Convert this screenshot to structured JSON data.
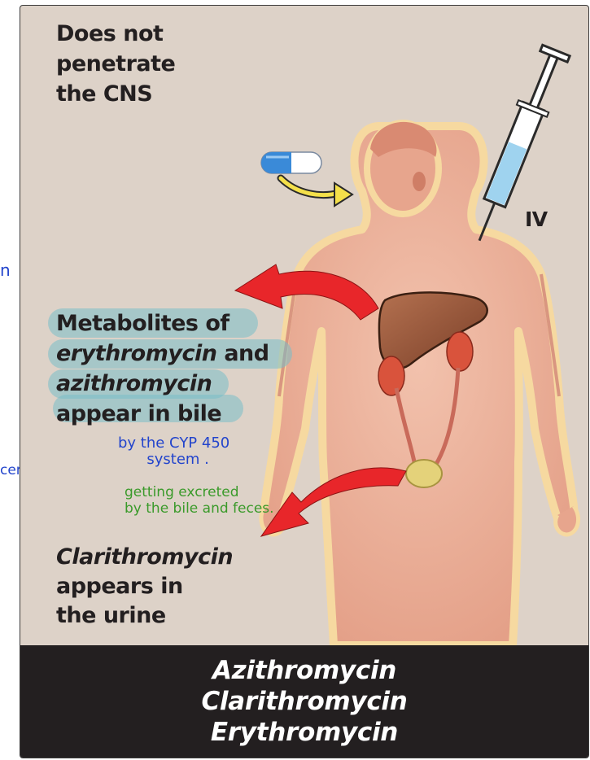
{
  "labels": {
    "cns": [
      "Does not",
      "penetrate",
      "the CNS"
    ],
    "metabolites": {
      "line1": "Metabolites of",
      "drug1": "erythromycin",
      "and": " and",
      "drug2": "azithromycin",
      "line4": "appear in bile"
    },
    "clarithro": {
      "drug": "Clarithromycin",
      "line2": "appears in",
      "line3": "the urine"
    },
    "iv": "IV"
  },
  "annotations": {
    "cyp": [
      "by the CYP 450",
      "system ."
    ],
    "excretion": [
      "getting excreted",
      "by the bile and feces."
    ],
    "margin_left_top": "n",
    "margin_left_mid": "centrate"
  },
  "footer": {
    "drugs": [
      "Azithromycin",
      "Clarithromycin",
      "Erythromycin"
    ]
  },
  "colors": {
    "panel_bg": "#ddd2c8",
    "footer_bg": "#231f20",
    "arrow_red": "#e8262a",
    "highlight": "#78bec8",
    "annotation_blue": "#2244cc",
    "annotation_green": "#3a9a2a",
    "body_skin": "#e9ab96",
    "liver": "#9a5a3e",
    "kidney": "#d9533c"
  },
  "icons": [
    "pill-capsule",
    "syringe",
    "liver",
    "kidney",
    "bladder",
    "red-arrow"
  ]
}
